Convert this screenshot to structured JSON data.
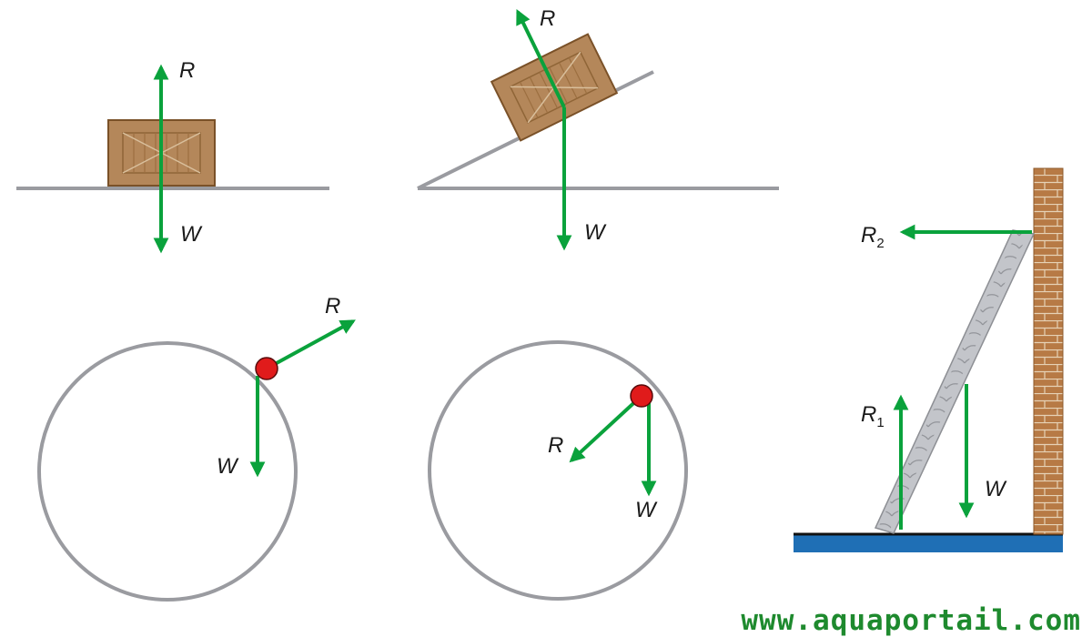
{
  "labels": {
    "crate_flat_R": "R",
    "crate_flat_W": "W",
    "crate_incline_R": "R",
    "crate_incline_W": "W",
    "ball_outside_R": "R",
    "ball_outside_W": "W",
    "ball_inside_R": "R",
    "ball_inside_W": "W",
    "ladder_R2": "R",
    "ladder_R2_sub": "2",
    "ladder_R1": "R",
    "ladder_R1_sub": "1",
    "ladder_W": "W"
  },
  "watermark": "www.aquaportail.com",
  "colors": {
    "arrow": "#0aa23c",
    "surface": "#9a9ba0",
    "crate_fill": "#b4875a",
    "crate_border": "#7a5128",
    "ball": "#e01b1b",
    "brick": "#b77a45",
    "floor_water": "#1f6fb5",
    "watermark": "#1e8a2e"
  }
}
